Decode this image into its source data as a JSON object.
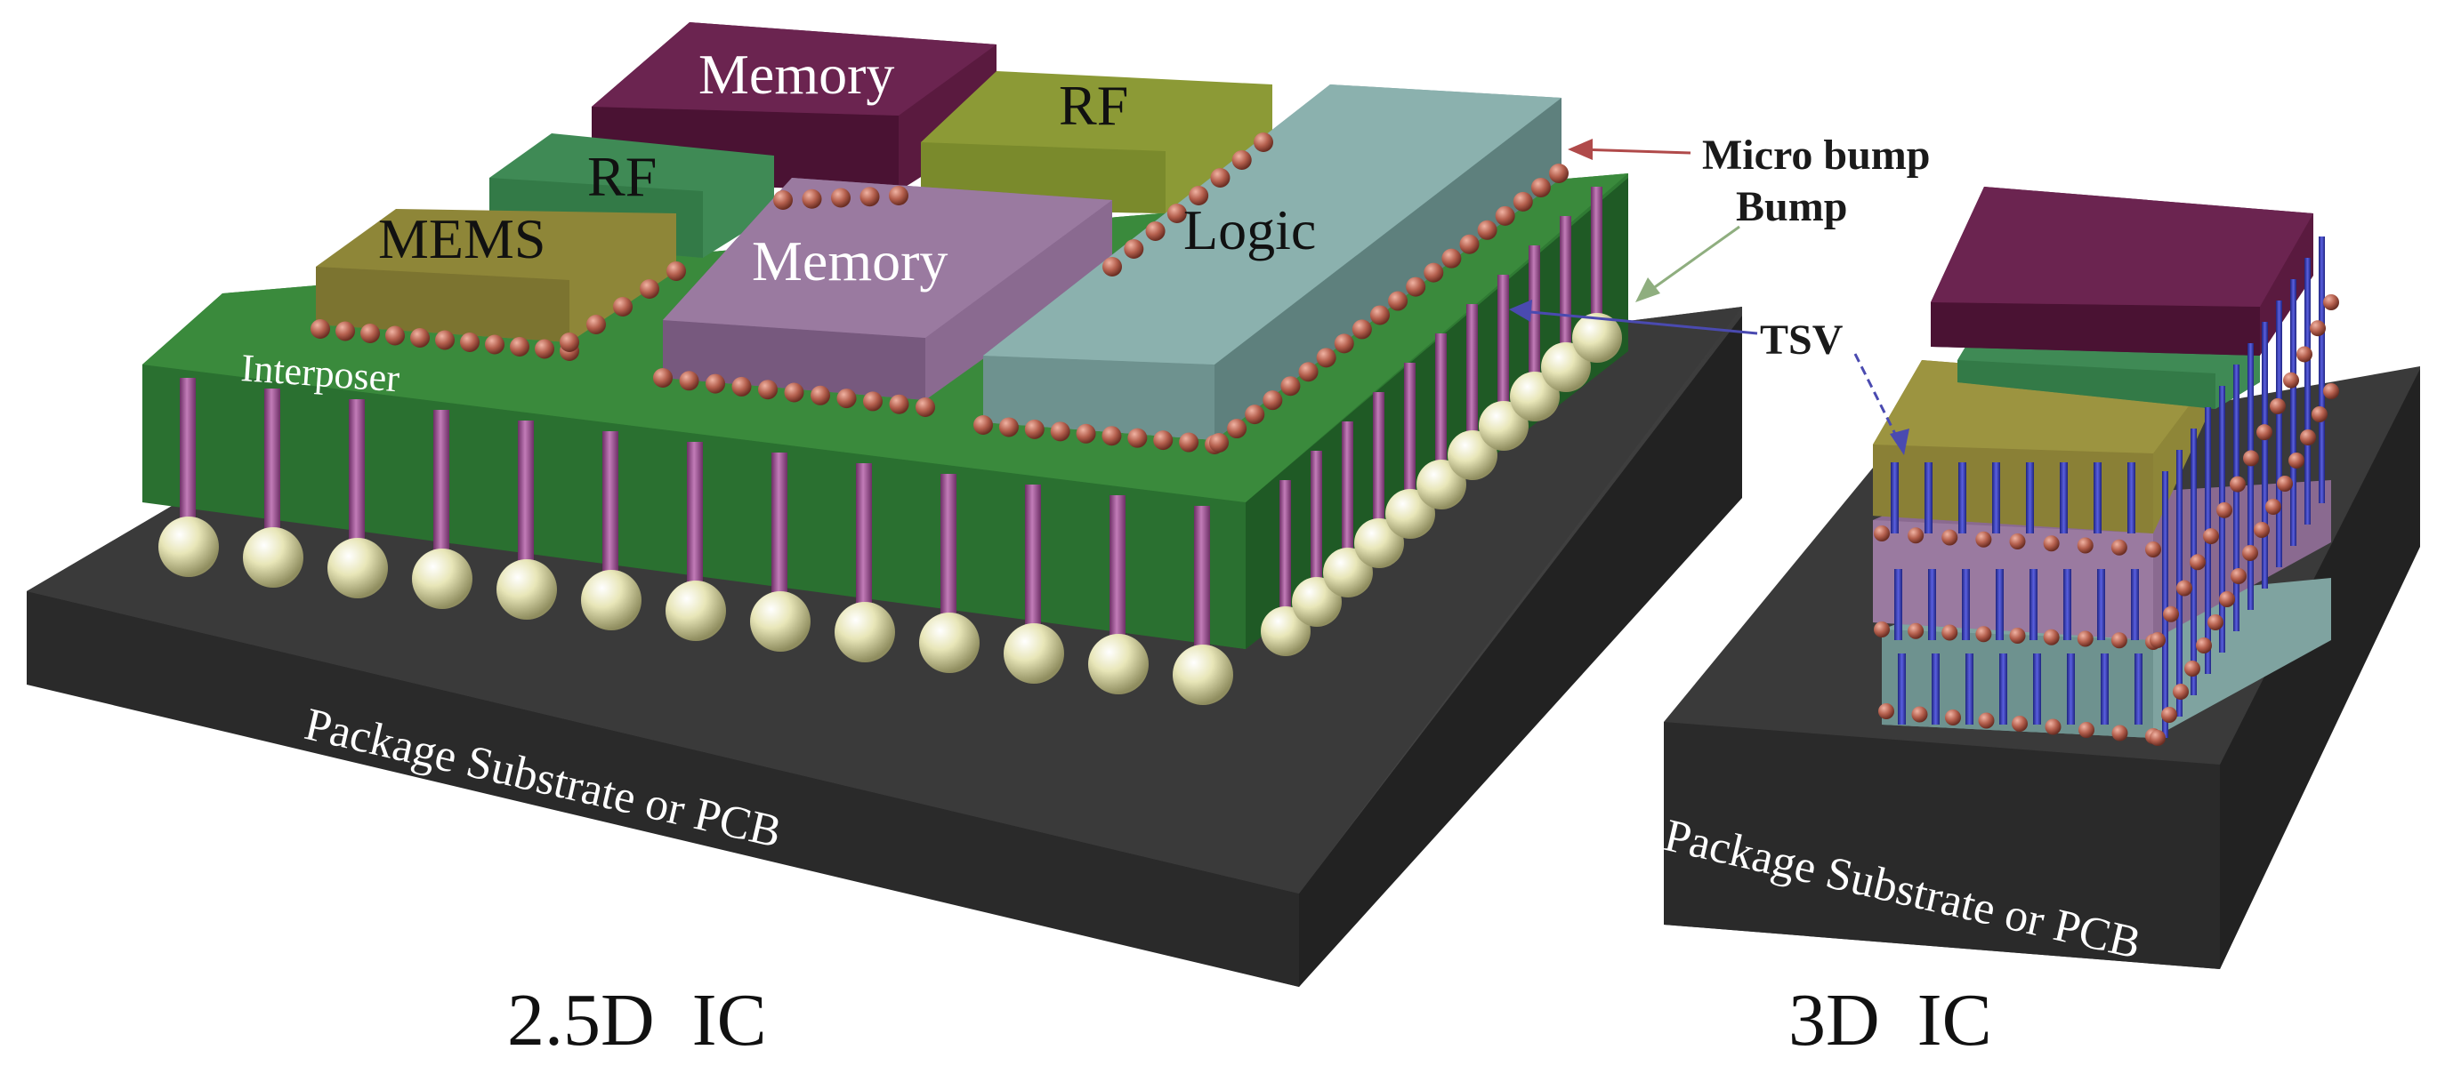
{
  "labels": {
    "memory_top": "Memory",
    "rf_right": "RF",
    "rf_left": "RF",
    "mems": "MEMS",
    "memory_mid": "Memory",
    "logic": "Logic",
    "interposer": "Interposer",
    "substrate_25d": "Package Substrate or PCB",
    "substrate_3d": "Package Substrate or PCB",
    "micro_bump": "Micro bump",
    "bump": "Bump",
    "tsv": "TSV",
    "caption_25d": "2.5D  IC",
    "caption_3d": "3D  IC"
  },
  "colors": {
    "substrate": "#2e2e2e",
    "interposer": "#2f7a33",
    "memory_dark": "#5a1a3f",
    "rf": "#8c9a36",
    "rf_green": "#3f8a55",
    "mems": "#8e8638",
    "memory_light": "#8a6a90",
    "logic": "#7fa3a0",
    "tsv": "#9a4b8f",
    "tsv_3d": "#3a3fb0",
    "microbump": "#b5604e",
    "bump": "#e8e6b8",
    "arrow_red": "#b04a4a",
    "arrow_green": "#8fae7f",
    "arrow_blue": "#4a4ab0"
  }
}
